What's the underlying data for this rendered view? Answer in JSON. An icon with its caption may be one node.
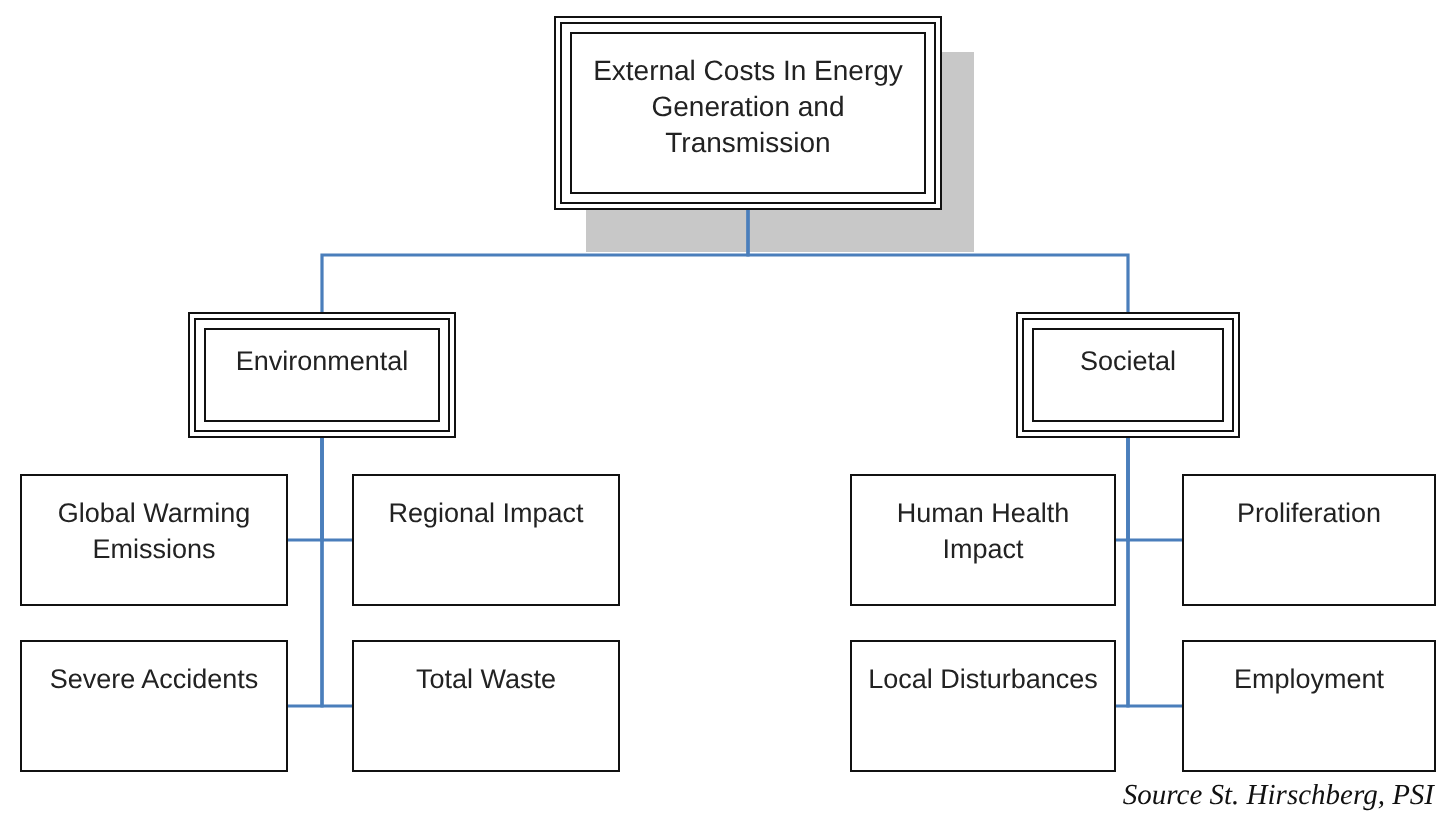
{
  "diagram": {
    "nodes": [
      {
        "text": [
          "External Costs In Energy Generation and Transmission"
        ]
      },
      {
        "text": [
          "Environmental"
        ]
      },
      {
        "text": [
          "Societal"
        ]
      },
      {
        "text": [
          "Global Warming Emissions"
        ]
      },
      {
        "text": [
          "Regional Impact"
        ]
      },
      {
        "text": [
          "Severe Accidents"
        ]
      },
      {
        "text": [
          "Total Waste"
        ]
      },
      {
        "text": [
          "Human Health Impact"
        ]
      },
      {
        "text": [
          "Proliferation"
        ]
      },
      {
        "text": [
          "Local Disturbances"
        ]
      },
      {
        "text": [
          "Employment"
        ]
      }
    ],
    "edges": [
      {
        "from": 0,
        "to": 1,
        "arrow": "none"
      },
      {
        "from": 0,
        "to": 2,
        "arrow": "none"
      },
      {
        "from": 1,
        "to": 3,
        "arrow": "none"
      },
      {
        "from": 1,
        "to": 4,
        "arrow": "none"
      },
      {
        "from": 1,
        "to": 5,
        "arrow": "none"
      },
      {
        "from": 1,
        "to": 6,
        "arrow": "none"
      },
      {
        "from": 2,
        "to": 7,
        "arrow": "none"
      },
      {
        "from": 2,
        "to": 8,
        "arrow": "none"
      },
      {
        "from": 2,
        "to": 9,
        "arrow": "none"
      },
      {
        "from": 2,
        "to": 10,
        "arrow": "none"
      }
    ],
    "labels": [
      "Source St. Hirschberg, PSI"
    ]
  }
}
